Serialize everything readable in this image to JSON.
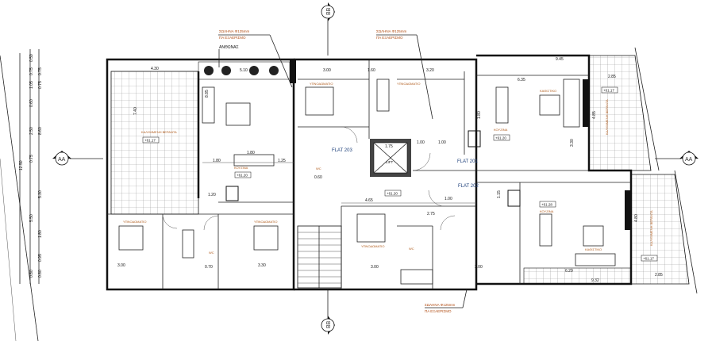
{
  "title": "Floor plan - Flats 201, 202, 203",
  "sections": {
    "aa": "AA",
    "bb": "BB"
  },
  "flats": {
    "f201": "FLAT 201",
    "f202": "FLAT 202",
    "f203": "FLAT 203"
  },
  "lift": "LIFT",
  "notes": {
    "pipe_line1": "ΣΩΛΗΝΑ Φ125mm",
    "pipe_line2": "ΠΑ ΕΞΑΕΡΙΣΜΟ",
    "garden": "ΑΝΘΩΝΑΣ"
  },
  "rooms": {
    "veranda": "ΚΑΛΥΜΜΕΝΗ ΒΕΡΑΝΤΑ",
    "living": "ΚΑΘΙΣΤΙΚΟ",
    "kitchen": "ΚΟΥΖΙΝΑ",
    "bedroom": "ΥΠΝΟΔΩΜΑΤΙΟ",
    "wc": "WC"
  },
  "levels": {
    "l1": "+61.17",
    "l2": "+61.20",
    "l3": "+61.28"
  },
  "dimensions": {
    "left_overall": "12.50",
    "left_mid": [
      "0.80",
      "5.50",
      "0.75",
      "2.50",
      "0.60",
      "1.05",
      "0.75",
      "0.59"
    ],
    "left_inner": [
      "0.80",
      "0.95",
      "1.80",
      "5.30",
      "8.60",
      "0.75",
      "0.75"
    ],
    "top": [
      "4.30",
      "5.10",
      "3.00",
      "1.60",
      "3.20",
      "9.45",
      "2.85",
      "6.35"
    ],
    "mid": [
      "1.80",
      "1.80",
      "1.25",
      "1.75",
      "1.00",
      "1.00",
      "1.20",
      "0.60",
      "4.65",
      "2.75",
      "1.00"
    ],
    "bottom": [
      "3.00",
      "0.70",
      "3.30",
      "3.00",
      "3.00",
      "6.29",
      "2.85",
      "9.32"
    ],
    "vertical": [
      "7.40",
      "8.85",
      "1.80",
      "4.85",
      "3.30",
      "4.80",
      "1.15"
    ]
  }
}
